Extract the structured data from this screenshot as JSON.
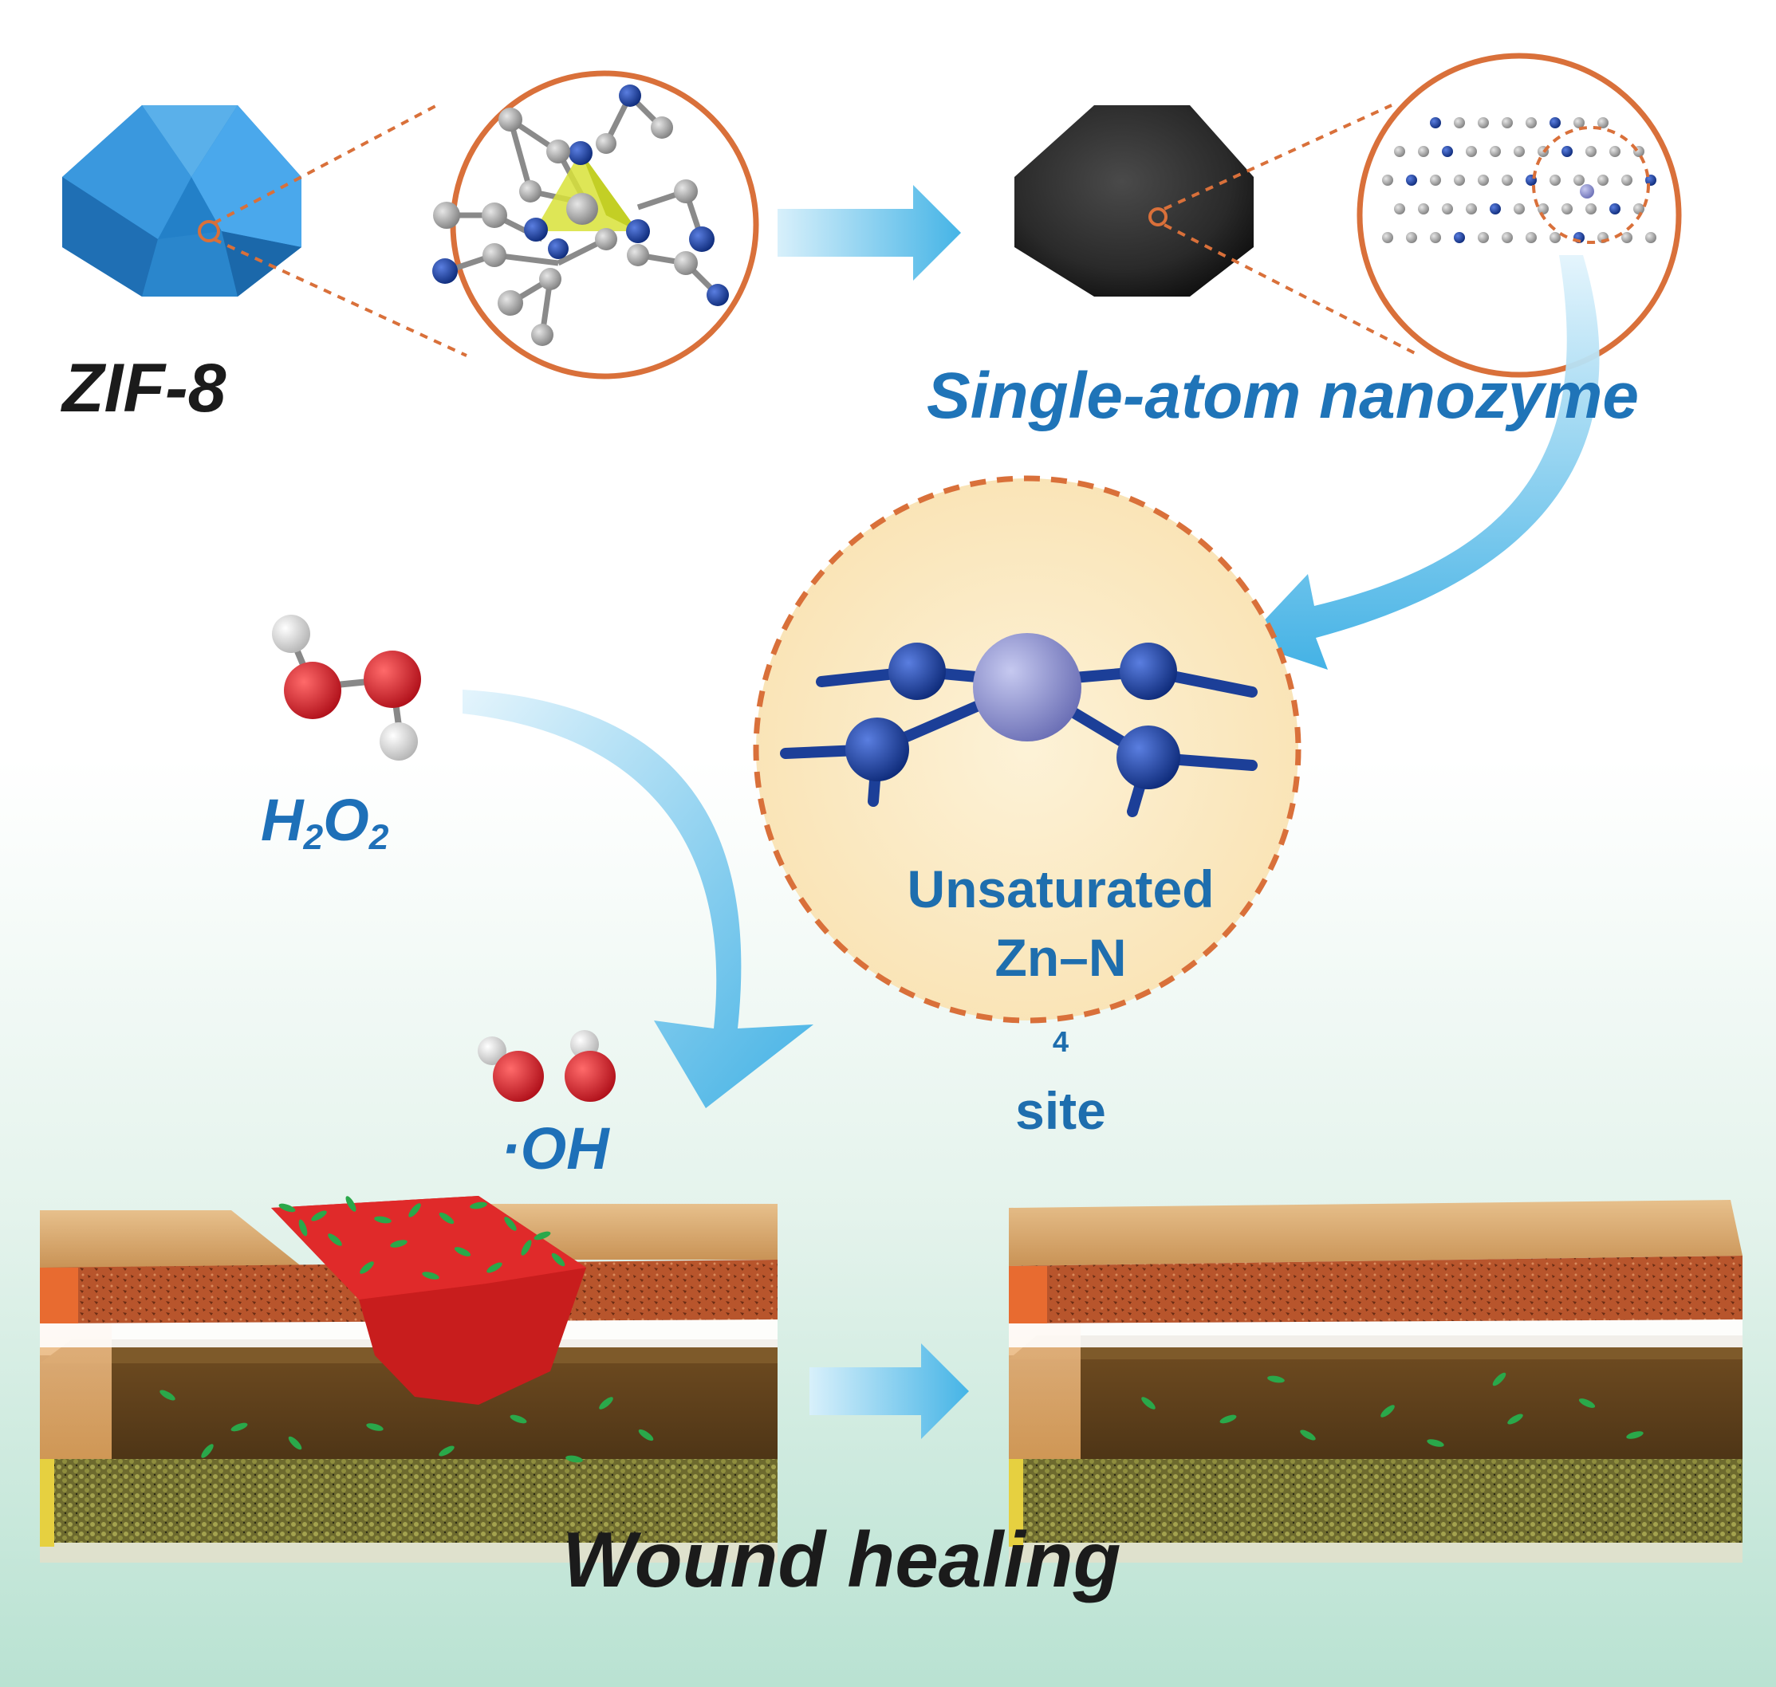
{
  "labels": {
    "zif8": "ZIF-8",
    "single_atom": "Single-atom nanozyme",
    "h2o2_main": "H",
    "h2o2_sub1": "2",
    "h2o2_mid": "O",
    "h2o2_sub2": "2",
    "oh": "·OH",
    "site_line1": "Unsaturated",
    "site_line2_a": "Zn–N",
    "site_line2_sub": "4",
    "site_line2_b": " site",
    "wound": "Wound healing"
  },
  "colors": {
    "zif_blue": "#2d8fd8",
    "callout_orange": "#d9703a",
    "arrow_blue": "#5cc0ea",
    "site_fill": "#fcecc6",
    "nitrogen": "#1c3f98",
    "zinc": "#8a8fd0",
    "oxygen": "#d8232a",
    "hydrogen": "#e8e8e8",
    "skin_top": "#e0703a",
    "dermis": "#7a5224",
    "blood": "#cf2020",
    "bacteria": "#2aa84a"
  }
}
